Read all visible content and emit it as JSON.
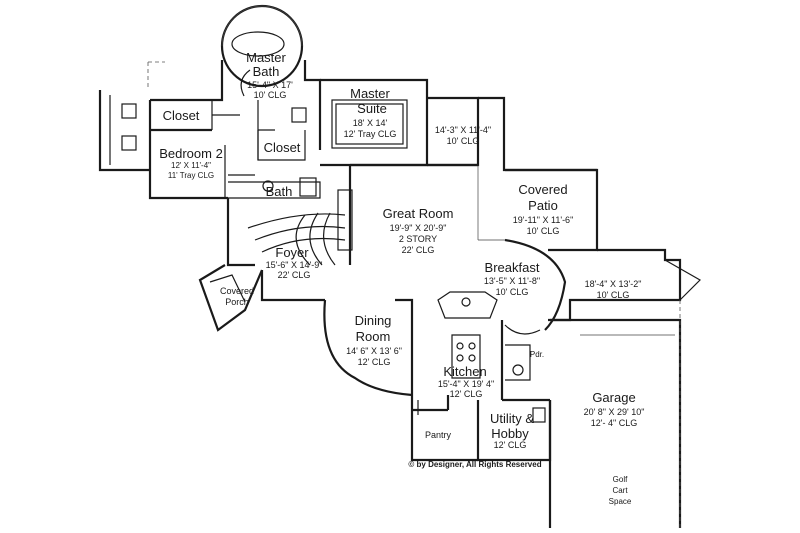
{
  "rooms": [
    {
      "id": "master-bath",
      "name": [
        "Master",
        "Bath"
      ],
      "dims": [
        "15'-4\" X 17'",
        "10' CLG"
      ]
    },
    {
      "id": "master-suite",
      "name": [
        "Master",
        "Suite"
      ],
      "dims": [
        "18' X 14'",
        "12' Tray CLG"
      ]
    },
    {
      "id": "closet-1",
      "name": [
        "Closet"
      ],
      "dims": []
    },
    {
      "id": "closet-2",
      "name": [
        "Closet"
      ],
      "dims": []
    },
    {
      "id": "bedroom-2",
      "name": [
        "Bedroom 2"
      ],
      "dims": [
        "12' X 11'-4\"",
        "11' Tray CLG"
      ]
    },
    {
      "id": "bath",
      "name": [
        "Bath"
      ],
      "dims": []
    },
    {
      "id": "deck",
      "name": [],
      "dims": [
        "14'-3\" X 11'-4\"",
        "10' CLG"
      ]
    },
    {
      "id": "covered-patio",
      "name": [
        "Covered",
        "Patio"
      ],
      "dims": [
        "19'-11\" X 11'-6\"",
        "10' CLG"
      ]
    },
    {
      "id": "great-room",
      "name": [
        "Great Room"
      ],
      "dims": [
        "19'-9\" X 20'-9\"",
        "2 STORY",
        "22' CLG"
      ]
    },
    {
      "id": "foyer",
      "name": [
        "Foyer"
      ],
      "dims": [
        "15'-6\" X 14'-9\"",
        "22' CLG"
      ]
    },
    {
      "id": "covered-porch",
      "name": [
        "Covered",
        "Porch"
      ],
      "dims": []
    },
    {
      "id": "breakfast",
      "name": [
        "Breakfast"
      ],
      "dims": [
        "13'-5\" X 11'-8\"",
        "10' CLG"
      ]
    },
    {
      "id": "side-patio",
      "name": [],
      "dims": [
        "18'-4\" X 13'-2\"",
        "10' CLG"
      ]
    },
    {
      "id": "dining-room",
      "name": [
        "Dining",
        "Room"
      ],
      "dims": [
        "14' 6\" X 13' 6\"",
        "12' CLG"
      ]
    },
    {
      "id": "kitchen",
      "name": [
        "Kitchen"
      ],
      "dims": [
        "15'-4\" X 19' 4\"",
        "12' CLG"
      ]
    },
    {
      "id": "pwdr",
      "name": [
        "Pdr."
      ],
      "dims": []
    },
    {
      "id": "garage",
      "name": [
        "Garage"
      ],
      "dims": [
        "20' 8\" X 29' 10\"",
        "12'- 4\" CLG"
      ]
    },
    {
      "id": "utility-hobby",
      "name": [
        "Utility &",
        "Hobby"
      ],
      "dims": [
        "12' CLG"
      ]
    },
    {
      "id": "pantry",
      "name": [
        "Pantry"
      ],
      "dims": []
    },
    {
      "id": "golf-cart-space",
      "name": [
        "Golf",
        "Cart",
        "Space"
      ],
      "dims": []
    }
  ],
  "copyright": "© by Designer, All Rights Reserved"
}
